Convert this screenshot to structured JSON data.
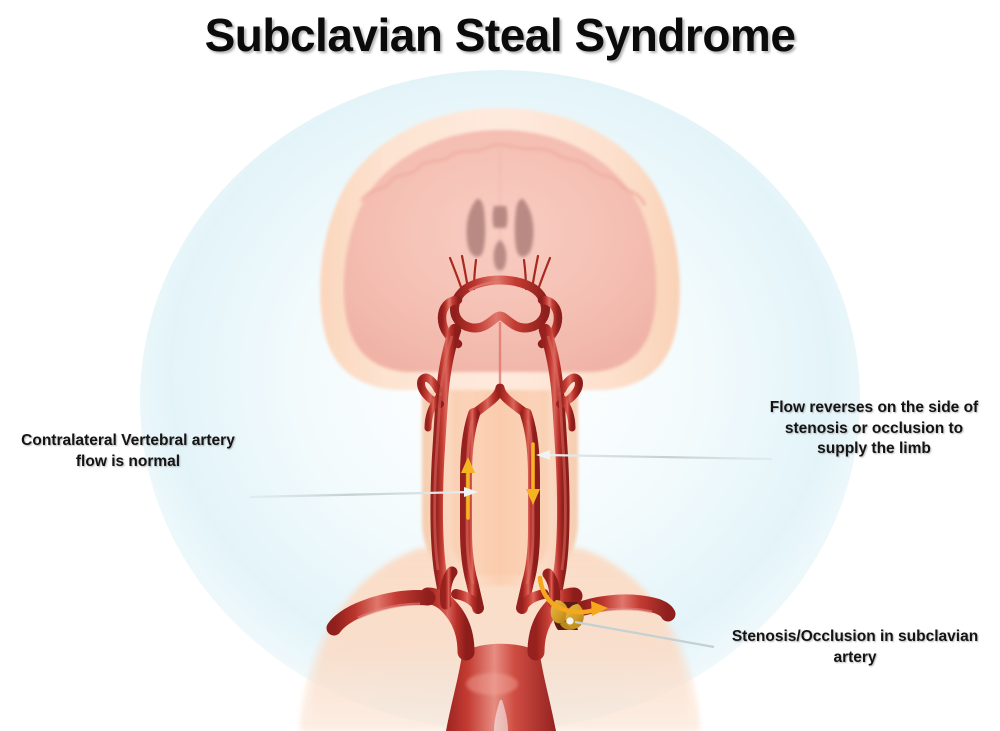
{
  "title": "Subclavian Steal Syndrome",
  "labels": {
    "contralateral": "Contralateral Vertebral artery flow is normal",
    "flow_reverses": "Flow reverses on the side of stenosis or occlusion to supply the limb",
    "stenosis": "Stenosis/Occlusion in subclavian artery"
  },
  "annotations": [
    {
      "id": "contralateral-vertebral",
      "text": "Contralateral Vertebral artery flow is normal",
      "lines": [
        "Contralateral Vertebral artery",
        "flow is normal"
      ],
      "position": "left",
      "leader_from": [
        250,
        496
      ],
      "leader_to": [
        474,
        492
      ],
      "points_at": "left-vertebral-artery"
    },
    {
      "id": "flow-reverses",
      "text": "Flow reverses on the side of stenosis or occlusion to supply the limb",
      "lines": [
        "Flow reverses on the side of",
        "stenosis or occlusion to",
        "supply the limb"
      ],
      "position": "right",
      "leader_from": [
        772,
        458
      ],
      "leader_to": [
        538,
        455
      ],
      "points_at": "right-vertebral-artery"
    },
    {
      "id": "stenosis-occlusion",
      "text": "Stenosis/Occlusion in subclavian artery",
      "lines": [
        "Stenosis/Occlusion in subclavian",
        "artery"
      ],
      "position": "bottom-right",
      "leader_from": [
        712,
        646
      ],
      "leader_to": [
        567,
        621
      ],
      "points_at": "subclavian-stenosis"
    }
  ],
  "flow_arrows": [
    {
      "id": "left-vertebral-flow",
      "direction": "up",
      "meaning": "normal antegrade flow",
      "color": "#f5b421"
    },
    {
      "id": "right-vertebral-flow",
      "direction": "down",
      "meaning": "reversed retrograde flow",
      "color": "#f5b421"
    },
    {
      "id": "subclavian-steal-flow",
      "direction": "right",
      "meaning": "blood stolen into subclavian artery distal to stenosis",
      "color": "#f5a81e"
    }
  ],
  "anatomy": [
    "head-posterior-view",
    "brain",
    "lateral-ventricles",
    "circle-of-willis",
    "left-vertebral-artery",
    "right-vertebral-artery",
    "basilar-artery",
    "left-common-carotid-artery",
    "right-common-carotid-artery",
    "carotid-bifurcation",
    "brachiocephalic-trunk",
    "aortic-arch",
    "left-subclavian-artery",
    "right-subclavian-artery",
    "subclavian-stenosis-plaque"
  ],
  "colors": {
    "background_tint": "#e7f6f9",
    "skin": "#fbd9c2",
    "skin_light": "#fde6d6",
    "brain": "#f6c3b8",
    "ventricle": "#b4847f",
    "artery": "#c23b33",
    "artery_dark": "#95211f",
    "artery_light": "#e0756b",
    "plaque": "#d7a12a",
    "occlusion": "#5d1a14",
    "arrow": "#f5b421",
    "leader_line": "#b9c6c9",
    "text": "#141414"
  }
}
